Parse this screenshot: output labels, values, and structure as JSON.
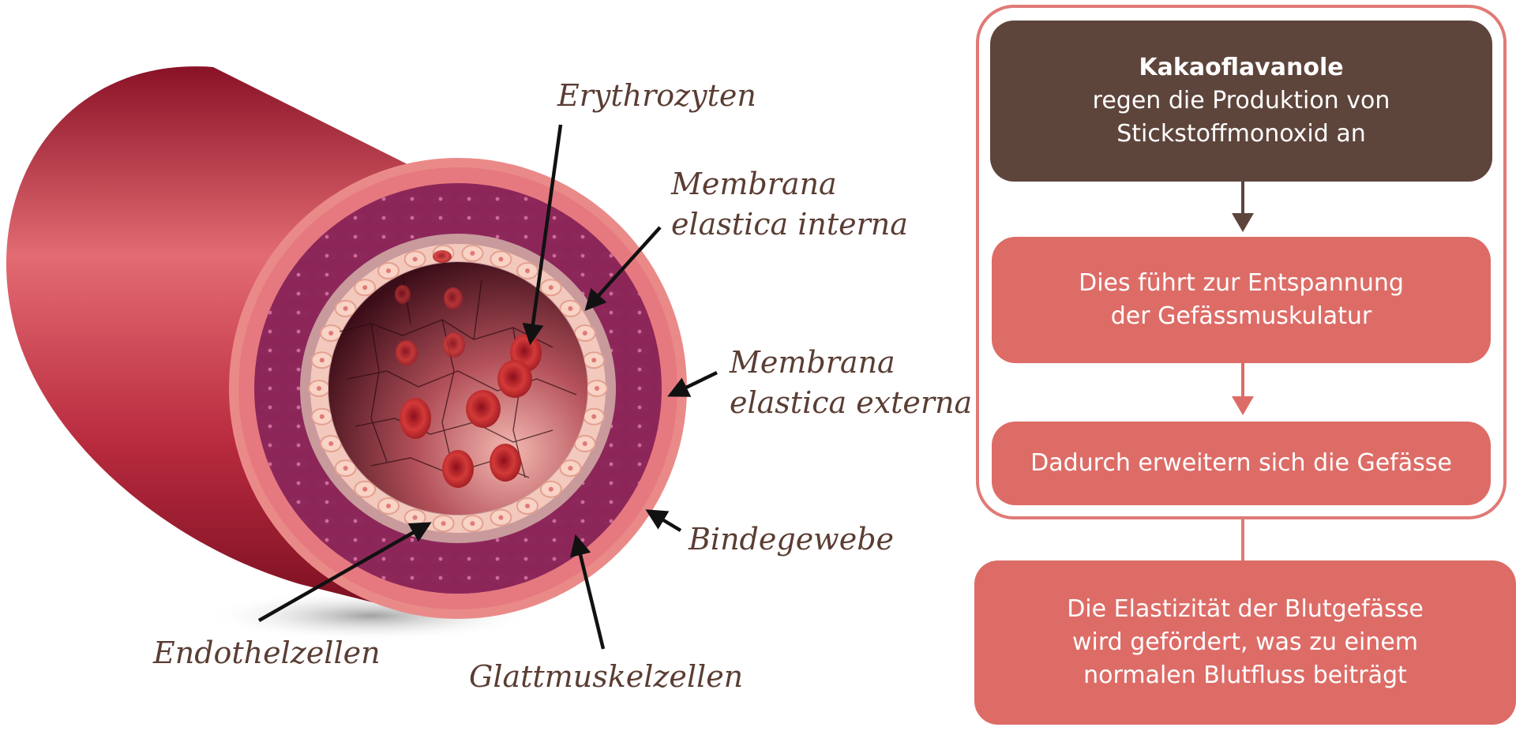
{
  "labels": {
    "erythrozyten": "Erythrozyten",
    "membrana_interna": [
      "Membrana",
      "elastica interna"
    ],
    "membrana_externa": [
      "Membrana",
      "elastica externa"
    ],
    "bindegewebe": "Bindegewebe",
    "endothelzellen": "Endothelzellen",
    "glattmuskelzellen": "Glattmuskelzellen"
  },
  "flow": {
    "step1": {
      "title": "Kakaoflavanole",
      "lines": [
        "regen die Produktion von",
        "Stickstoffmonoxid an"
      ]
    },
    "step2": {
      "lines": [
        "Dies führt zur Entspannung",
        "der Gefässmuskulatur"
      ]
    },
    "step3": {
      "lines": [
        "Dadurch erweitern sich die Gefässe"
      ]
    },
    "result": {
      "lines": [
        "Die Elastizität der Blutgefässe",
        "wird gefördert, was zu einem",
        "normalen Blutfluss beiträgt"
      ]
    }
  },
  "colors": {
    "vessel_red": "#b8233a",
    "intima_pink": "#f4c9bd",
    "label_brown": "#5a3d33",
    "dark_box": "#5e453c",
    "salmon_box": "#dd6c67",
    "frame": "#e07a76"
  }
}
